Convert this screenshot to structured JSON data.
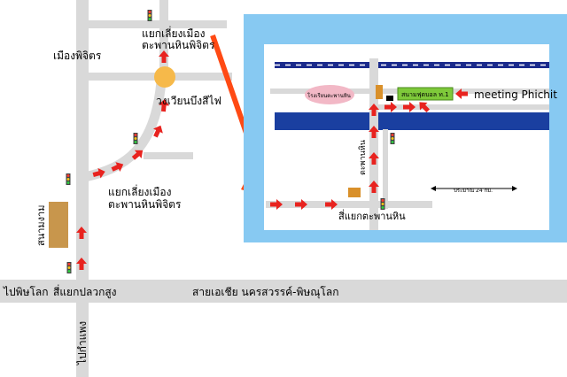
{
  "labels": {
    "muang_phichit": "เมืองพิจิตร",
    "junction_top_line1": "แยกเลี่ยงเมือง",
    "junction_top_line2": "ตะพานหินพิจิตร",
    "roundabout": "วงเวียนบึงสีไฟ",
    "junction_mid_line1": "แยกเลี่ยงเมือง",
    "junction_mid_line2": "ตะพานหินพิจิตร",
    "stadium": "สนามงาม",
    "to_phitsanulok": "ไปพิษโลก",
    "intersection_left": "สี่แยกปลวกสูง",
    "highway": "สายเอเชีย  นครสวรรค์-พิษณุโลก",
    "to_kamphaeng": "ไปกำแพง",
    "inset_road": "ตะพานหิน",
    "inset_intersection": "สี่แยกตะพานหิน",
    "inset_distance": "ประมาณ 24 กม.",
    "school": "โรงเรียนตะพานหิน",
    "stadium_box": "สนามฟุตบอล ท.1",
    "meeting": "meeting Phichit"
  },
  "colors": {
    "road": "#d9d9d9",
    "arrow": "#e8231f",
    "big_arrow": "#ff4a14",
    "frame": "#87c9f2",
    "river": "#1a3fa0",
    "rail": "#1a2a8c",
    "school_fill": "#f2b8c6",
    "stadium_fill": "#7ec93a",
    "building": "#d9902a",
    "landmark": "#c8964c",
    "roundabout": "#f6b94a"
  },
  "icons": [
    "traffic-light-icon",
    "red-arrow-icon",
    "direction-arrow-icon"
  ]
}
